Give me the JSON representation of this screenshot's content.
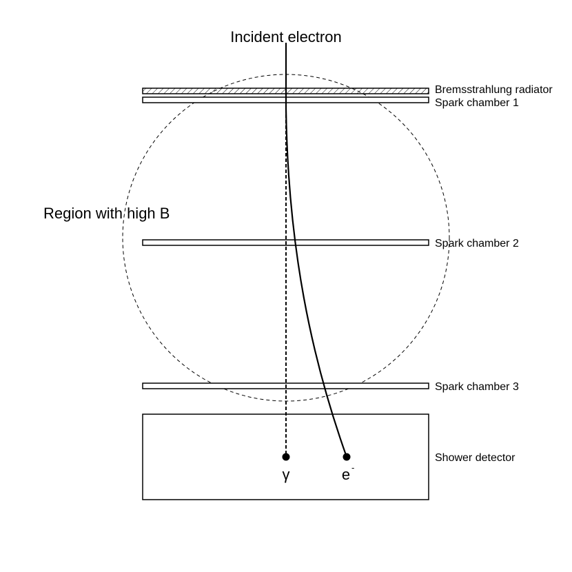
{
  "labels": {
    "incident": "Incident electron",
    "region": "Region with high B",
    "radiator": "Bremsstrahlung radiator",
    "chamber1": "Spark chamber 1",
    "chamber2": "Spark chamber 2",
    "chamber3": "Spark chamber 3",
    "detector": "Shower detector",
    "gamma": "γ",
    "electron": "e",
    "electron_sup": "-"
  },
  "colors": {
    "stroke": "#000000",
    "hatch": "#000000",
    "background": "#ffffff"
  }
}
